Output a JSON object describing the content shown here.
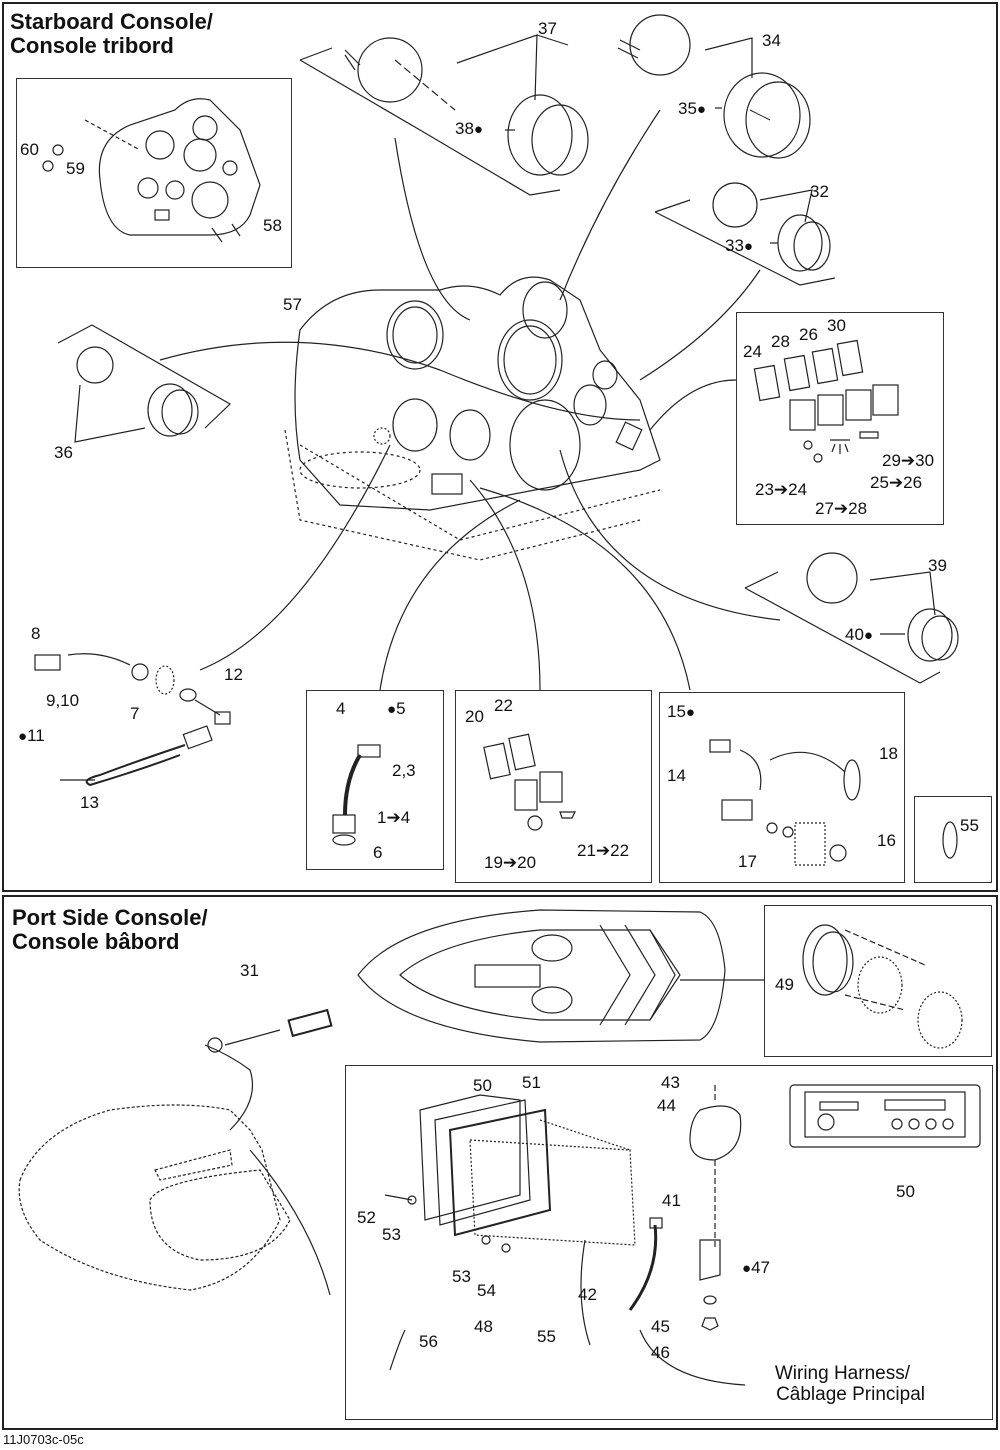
{
  "sections": {
    "starboard": {
      "title_line1": "Starboard Console/",
      "title_line2": "Console tribord"
    },
    "port": {
      "title_line1": "Port Side Console/",
      "title_line2": "Console bâbord"
    }
  },
  "icons": {
    "drop": "💧",
    "arrow": "➔"
  },
  "callouts": {
    "c60": "60",
    "c59": "59",
    "c58": "58",
    "c37": "37",
    "c38": "38",
    "c34": "34",
    "c35": "35",
    "c32": "32",
    "c33": "33",
    "c57": "57",
    "c36": "36",
    "c24": "24",
    "c28": "28",
    "c26": "26",
    "c30": "30",
    "c23_24": "23➔24",
    "c27_28": "27➔28",
    "c25_26": "25➔26",
    "c29_30": "29➔30",
    "c39": "39",
    "c40": "40",
    "c8": "8",
    "c9_10": "9,10",
    "c7": "7",
    "c11": "11",
    "c12": "12",
    "c13": "13",
    "c4": "4",
    "c5": "5",
    "c2_3": "2,3",
    "c1_4": "1➔4",
    "c6": "6",
    "c20": "20",
    "c22": "22",
    "c19_20": "19➔20",
    "c21_22": "21➔22",
    "c15": "15",
    "c14": "14",
    "c18": "18",
    "c17": "17",
    "c16": "16",
    "c55a": "55",
    "c31": "31",
    "c49": "49",
    "c50a": "50",
    "c51": "51",
    "c52": "52",
    "c53a": "53",
    "c53b": "53",
    "c54": "54",
    "c43": "43",
    "c44": "44",
    "c41": "41",
    "c42": "42",
    "c47": "47",
    "c45": "45",
    "c46": "46",
    "c48": "48",
    "c55b": "55",
    "c56": "56",
    "c50b": "50"
  },
  "wiring_note": {
    "line1": "Wiring Harness/",
    "line2": "Câblage Principal"
  },
  "footer": {
    "drawing_code": "11J0703c-05c"
  }
}
